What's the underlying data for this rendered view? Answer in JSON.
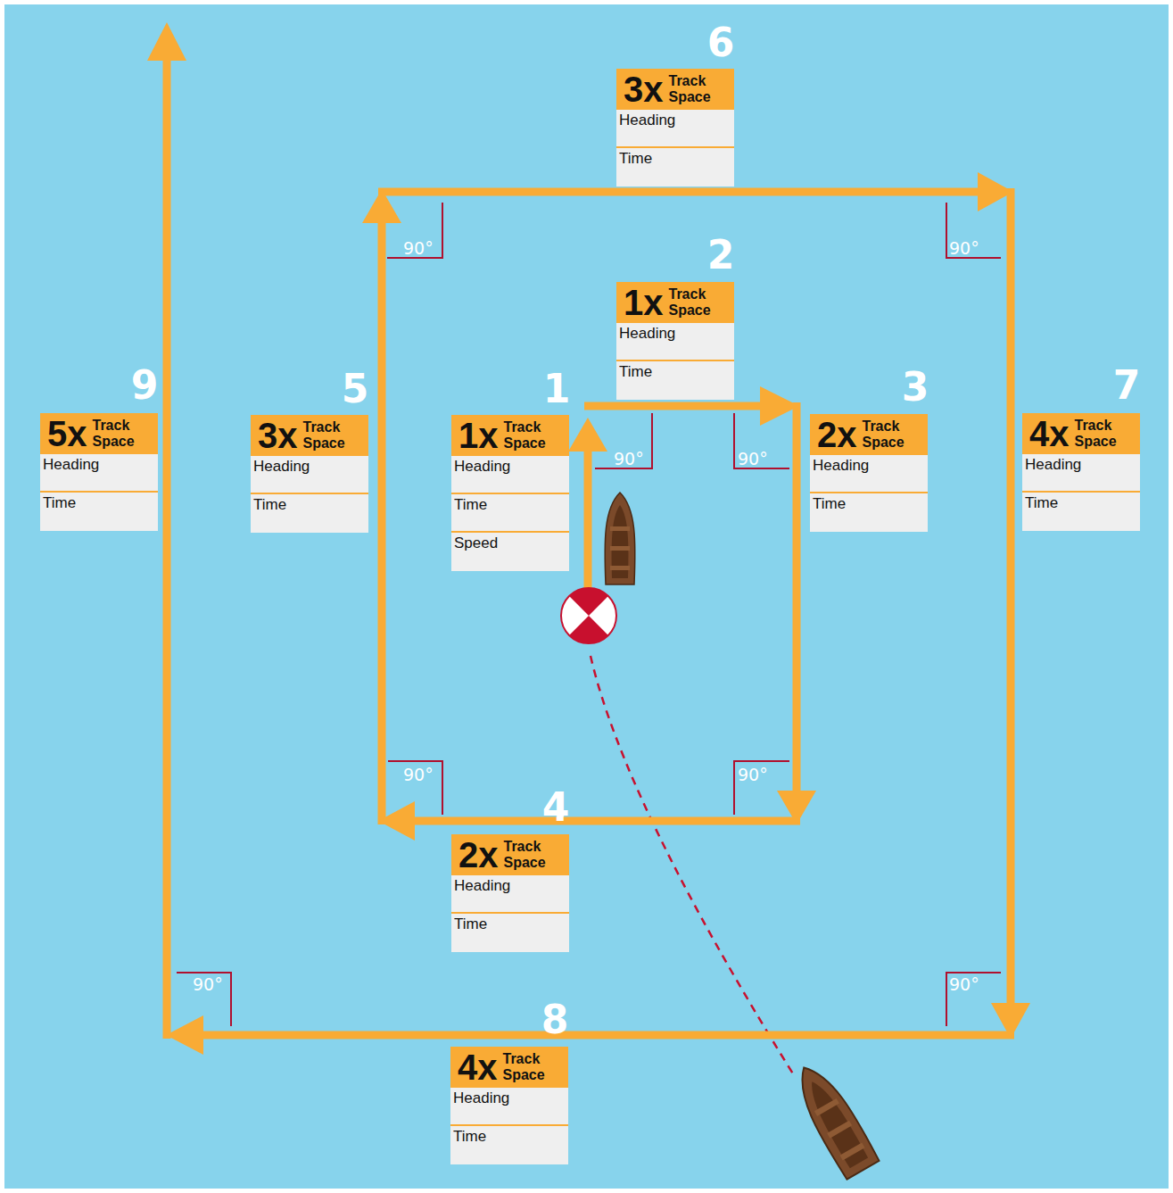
{
  "diagram": {
    "nodes": [
      {
        "text": [
          "3x",
          "Track Space",
          "Heading",
          "Time"
        ]
      },
      {
        "text": [
          "1x",
          "Track Space",
          "Heading",
          "Time"
        ]
      },
      {
        "text": [
          "5x",
          "Track Space",
          "Heading",
          "Time"
        ]
      },
      {
        "text": [
          "3x",
          "Track Space",
          "Heading",
          "Time"
        ]
      },
      {
        "text": [
          "1x",
          "Track Space",
          "Heading",
          "Time",
          "Speed"
        ]
      },
      {
        "text": [
          "2x",
          "Track Space",
          "Heading",
          "Time"
        ]
      },
      {
        "text": [
          "4x",
          "Track Space",
          "Heading",
          "Time"
        ]
      },
      {
        "text": [
          "2x",
          "Track Space",
          "Heading",
          "Time"
        ]
      },
      {
        "text": [
          "4x",
          "Track Space",
          "Heading",
          "Time"
        ]
      }
    ],
    "labels": [
      "6",
      "2",
      "9",
      "5",
      "1",
      "3",
      "7",
      "4",
      "8",
      "90°",
      "90°",
      "90°",
      "90°",
      "90°",
      "90°",
      "90°",
      "90°"
    ]
  }
}
